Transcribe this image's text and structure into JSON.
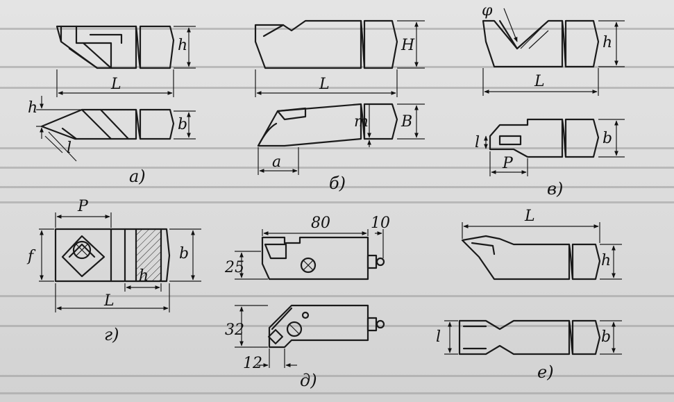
{
  "captions": {
    "a": "а)",
    "b": "б)",
    "v": "в)",
    "g": "г)",
    "d": "д)",
    "e": "е)"
  },
  "labels": {
    "L": "L",
    "h": "h",
    "H": "H",
    "B": "B",
    "b": "b",
    "m": "m",
    "a": "a",
    "P": "P",
    "l": "l",
    "f": "f",
    "phi": "φ",
    "dim80": "80",
    "dim10": "10",
    "dim25": "25",
    "dim32": "32",
    "dim12": "12"
  }
}
